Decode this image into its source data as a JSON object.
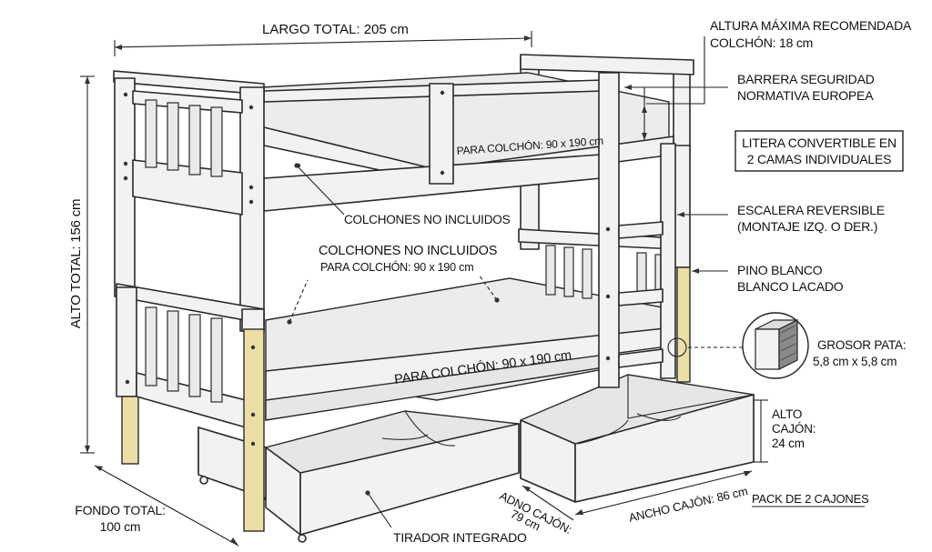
{
  "labels": {
    "largo_total": "LARGO TOTAL: 205 cm",
    "altura_line1": "ALTURA MÁXIMA RECOMENDADA",
    "altura_line2": "COLCHÓN: 18 cm",
    "barrera_line1": "BARRERA SEGURIDAD",
    "barrera_line2": "NORMATIVA EUROPEA",
    "convertible_line1": "LITERA CONVERTIBLE EN",
    "convertible_line2": "2 CAMAS INDIVIDUALES",
    "escalera_line1": "ESCALERA REVERSIBLE",
    "escalera_line2": "(MONTAJE IZQ. O DER.)",
    "pino_line1": "PINO BLANCO",
    "pino_line2": "BLANCO LACADO",
    "grosor_line1": "GROSOR PATA:",
    "grosor_line2": "5,8 cm x 5,8 cm",
    "alto_cajon_line1": "ALTO",
    "alto_cajon_line2": "CAJÓN:",
    "alto_cajon_line3": "24 cm",
    "pack": "PACK DE 2 CAJONES",
    "ancho_cajon": "ANCHO CAJÓN: 86 cm",
    "fondo_cajon_line1": "ADNO CAJÓN:",
    "fondo_cajon_line2": "79 cm",
    "tirador": "TIRADOR INTEGRADO",
    "fondo_total_line1": "FONDO TOTAL:",
    "fondo_total_line2": "100 cm",
    "alto_total": "ALTO TOTAL: 156 cm",
    "colchon_upper": "PARA COLCHÓN: 90 x 190 cm",
    "colchones_upper": "COLCHONES NO INCLUIDOS",
    "colchones_lower": "COLCHONES NO INCLUIDOS",
    "colchon_lower_note": "PARA COLCHÓN: 90 x 190 cm",
    "colchon_lower": "PARA COLCHÓN: 90 x 190 cm"
  },
  "colors": {
    "pine": "#ecdfa6",
    "frame": "#f2f2f2",
    "stroke": "#2a2a2a"
  }
}
